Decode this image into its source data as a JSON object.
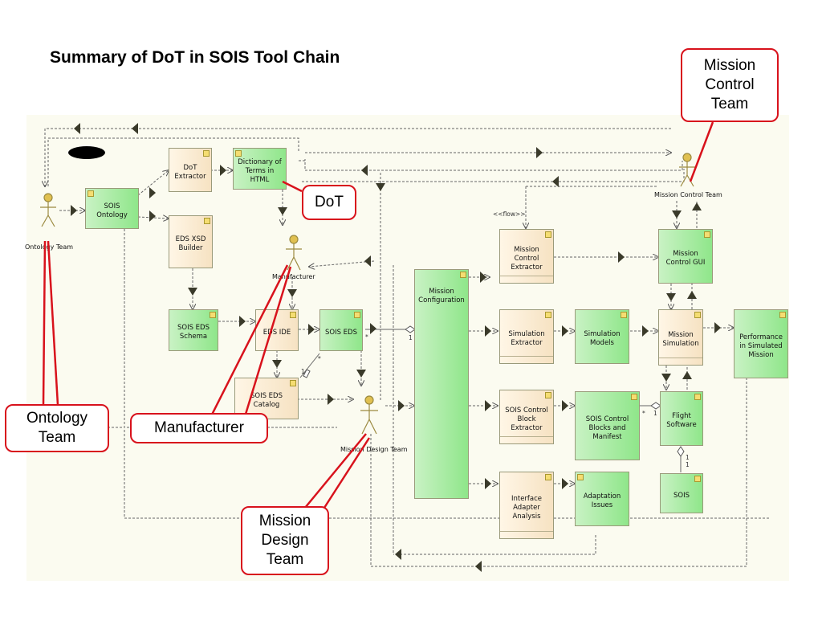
{
  "title": "Summary of DoT in SOIS Tool Chain",
  "nodes": {
    "dot_extractor": "DoT Extractor",
    "dictionary": "Dictionary of Terms in HTML",
    "sois_ontology": "SOIS Ontology",
    "eds_xsd_builder": "EDS XSD Builder",
    "sois_eds_schema": "SOIS EDS Schema",
    "eds_ide": "EDS IDE",
    "sois_eds": "SOIS EDS",
    "sois_eds_catalog": "SOIS EDS Catalog",
    "mission_configuration": "Mission Configuration",
    "mission_control_extractor": "Mission Control Extractor",
    "simulation_extractor": "Simulation Extractor",
    "sois_control_block_extractor": "SOIS Control Block Extractor",
    "interface_adapter_analysis": "Interface Adapter Analysis",
    "simulation_models": "Simulation Models",
    "sois_control_blocks": "SOIS Control Blocks and Manifest",
    "adaptation_issues": "Adaptation Issues",
    "mission_control_gui": "Mission Control GUI",
    "mission_simulation": "Mission Simulation",
    "flight_software": "Flight Software",
    "sois": "SOIS",
    "performance": "Performance in Simulated Mission"
  },
  "actors": {
    "ontology_team": "Ontology Team",
    "manufacturer": "Manufacturer",
    "mission_control_team": "Mission Control Team",
    "mission_design_team": "Mission Design Team"
  },
  "labels": {
    "flow": "<<flow>>",
    "mult_star": "*",
    "mult_one": "1"
  },
  "callouts": {
    "mission_control_team": "Mission Control Team",
    "dot": "DoT",
    "ontology_team": "Ontology Team",
    "manufacturer": "Manufacturer",
    "mission_design_team": "Mission Design Team"
  },
  "colors": {
    "callout_red": "#d8121c",
    "green_node": "#8fe68a",
    "cream_node": "#f6e2c2",
    "canvas": "#fbfbf0"
  }
}
